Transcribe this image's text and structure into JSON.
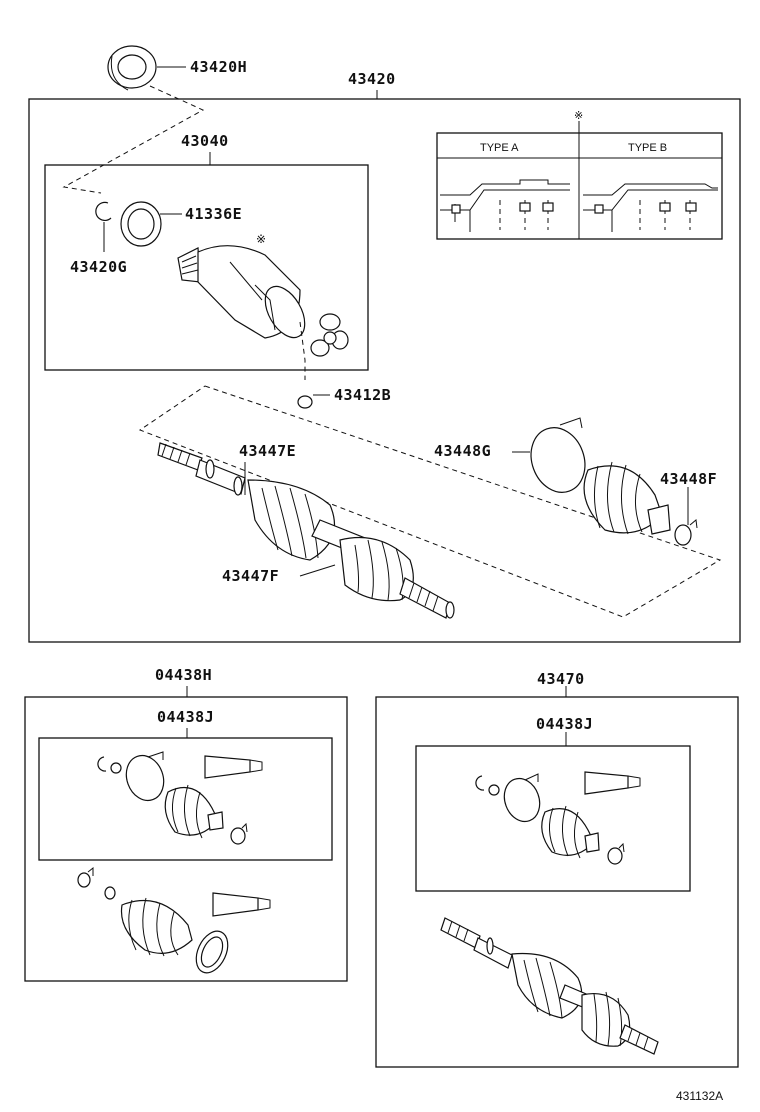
{
  "labels": {
    "p43420H": "43420H",
    "p43420": "43420",
    "p43040": "43040",
    "p41336E": "41336E",
    "p43420G": "43420G",
    "p43412B": "43412B",
    "p43447E": "43447E",
    "p43448G": "43448G",
    "p43448F": "43448F",
    "p43447F": "43447F",
    "p04438H": "04438H",
    "p04438J_left": "04438J",
    "p43470": "43470",
    "p04438J_right": "04438J"
  },
  "inset": {
    "mark": "※",
    "type_a": "TYPE A",
    "type_b": "TYPE B"
  },
  "asterisk_mark": "※",
  "figure_code": "431132A"
}
